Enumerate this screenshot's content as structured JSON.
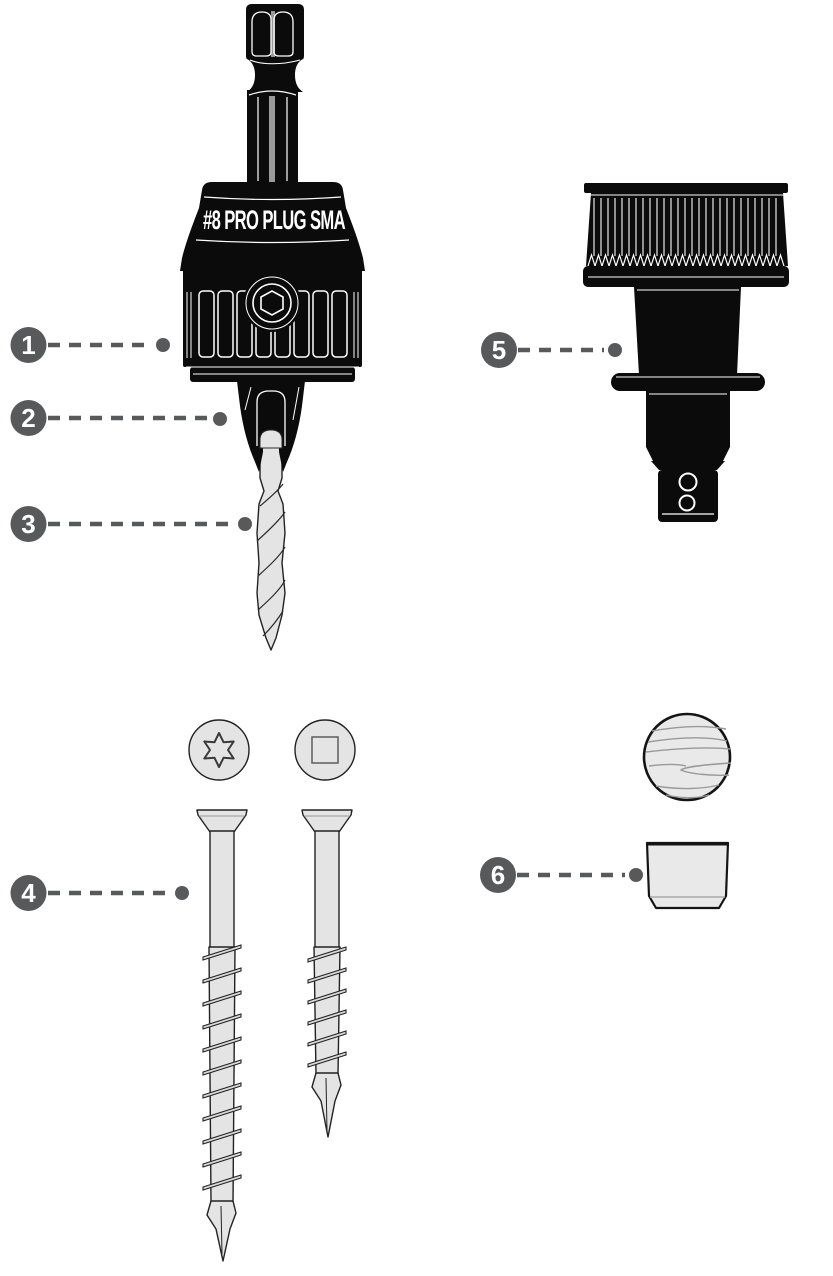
{
  "diagram": {
    "background": "#ffffff",
    "label": {
      "text": "#8 PRO PLUG SMA"
    },
    "callouts": [
      {
        "number": "1"
      },
      {
        "number": "2"
      },
      {
        "number": "3"
      },
      {
        "number": "4"
      },
      {
        "number": "5"
      },
      {
        "number": "6"
      }
    ],
    "colors": {
      "part_black": "#0b0b0b",
      "detail_white": "#ffffff",
      "metal_light": "#e4e4e4",
      "outline_dark": "#2b2b2b",
      "callout_gray": "#58595b",
      "wood_grain": "#999999"
    }
  }
}
